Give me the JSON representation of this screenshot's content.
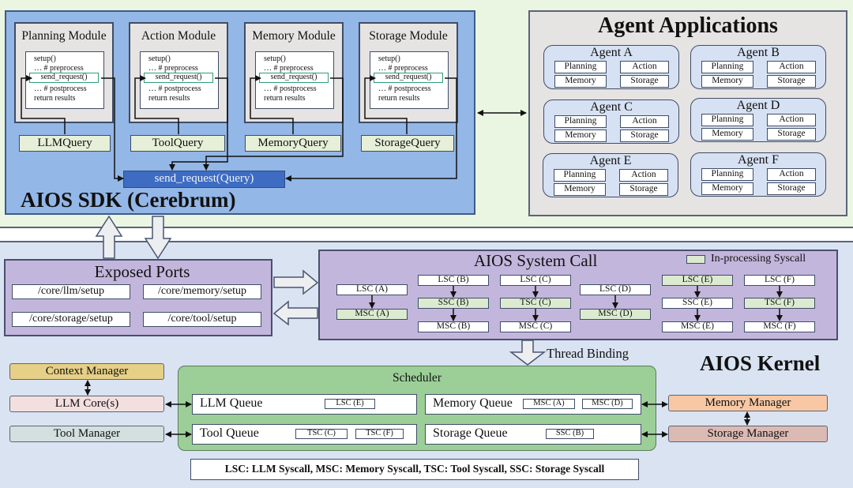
{
  "sdk": {
    "title": "AIOS SDK (Cerebrum)",
    "modules": [
      {
        "title": "Planning Module",
        "query": "LLMQuery"
      },
      {
        "title": "Action Module",
        "query": "ToolQuery"
      },
      {
        "title": "Memory Module",
        "query": "MemoryQuery"
      },
      {
        "title": "Storage Module",
        "query": "StorageQuery"
      }
    ],
    "code_lines": [
      "setup()",
      "… # preprocess",
      "send_request()",
      "… # postprocess",
      "return results"
    ],
    "send_request_query": "send_request(Query)",
    "colors": {
      "sdk_bg": "#93b7e6",
      "send_query_bg": "#3d6cc2",
      "query_bg": "#e6efd7",
      "send_request_border": "#2e9e74"
    }
  },
  "apps": {
    "title": "Agent Applications",
    "agents": [
      {
        "name": "Agent A",
        "components": [
          "Planning",
          "Action",
          "Memory",
          "Storage"
        ]
      },
      {
        "name": "Agent B",
        "components": [
          "Planning",
          "Action",
          "Memory",
          "Storage"
        ]
      },
      {
        "name": "Agent C",
        "components": [
          "Planning",
          "Action",
          "Memory",
          "Storage"
        ]
      },
      {
        "name": "Agent D",
        "components": [
          "Planning",
          "Action",
          "Memory",
          "Storage"
        ]
      },
      {
        "name": "Agent E",
        "components": [
          "Planning",
          "Action",
          "Memory",
          "Storage"
        ]
      },
      {
        "name": "Agent F",
        "components": [
          "Planning",
          "Action",
          "Memory",
          "Storage"
        ]
      }
    ]
  },
  "ports": {
    "title": "Exposed Ports",
    "items": [
      "/core/llm/setup",
      "/core/memory/setup",
      "/core/storage/setup",
      "/core/tool/setup"
    ]
  },
  "syscall": {
    "title": "AIOS System Call",
    "legend": "In-processing Syscall",
    "chains": [
      {
        "steps": [
          {
            "label": "LSC (A)",
            "active": false
          },
          {
            "label": "MSC (A)",
            "active": true
          }
        ]
      },
      {
        "steps": [
          {
            "label": "LSC (B)",
            "active": false
          },
          {
            "label": "SSC (B)",
            "active": true
          },
          {
            "label": "MSC (B)",
            "active": false
          }
        ]
      },
      {
        "steps": [
          {
            "label": "LSC (C)",
            "active": false
          },
          {
            "label": "TSC (C)",
            "active": true
          },
          {
            "label": "MSC (C)",
            "active": false
          }
        ]
      },
      {
        "steps": [
          {
            "label": "LSC (D)",
            "active": false
          },
          {
            "label": "MSC (D)",
            "active": true
          }
        ]
      },
      {
        "steps": [
          {
            "label": "LSC (E)",
            "active": true
          },
          {
            "label": "SSC (E)",
            "active": false
          },
          {
            "label": "MSC (E)",
            "active": false
          }
        ]
      },
      {
        "steps": [
          {
            "label": "LSC (F)",
            "active": false
          },
          {
            "label": "TSC (F)",
            "active": true
          },
          {
            "label": "MSC (F)",
            "active": false
          }
        ]
      }
    ],
    "colors": {
      "active": "#dcebd0",
      "panel": "#c3b6dc"
    }
  },
  "kernel": {
    "title": "AIOS Kernel",
    "thread_binding": "Thread Binding",
    "managers": {
      "context": "Context Manager",
      "llm_core": "LLM Core(s)",
      "tool": "Tool Manager",
      "memory": "Memory Manager",
      "storage": "Storage Manager"
    },
    "manager_colors": {
      "context": "#e6cf86",
      "llm_core": "#f4dfe0",
      "tool": "#d4e0e0",
      "memory": "#f8c8a4",
      "storage": "#dcbab4"
    },
    "scheduler": {
      "title": "Scheduler",
      "queues": [
        {
          "name": "LLM Queue",
          "items": [
            "LSC (E)"
          ]
        },
        {
          "name": "Memory Queue",
          "items": [
            "MSC (A)",
            "MSC (D)"
          ]
        },
        {
          "name": "Tool Queue",
          "items": [
            "TSC (C)",
            "TSC (F)"
          ]
        },
        {
          "name": "Storage Queue",
          "items": [
            "SSC (B)"
          ]
        }
      ],
      "color": "#9ccf98"
    },
    "legend": "LSC: LLM Syscall,  MSC: Memory Syscall,  TSC: Tool Syscall,  SSC: Storage Syscall"
  }
}
